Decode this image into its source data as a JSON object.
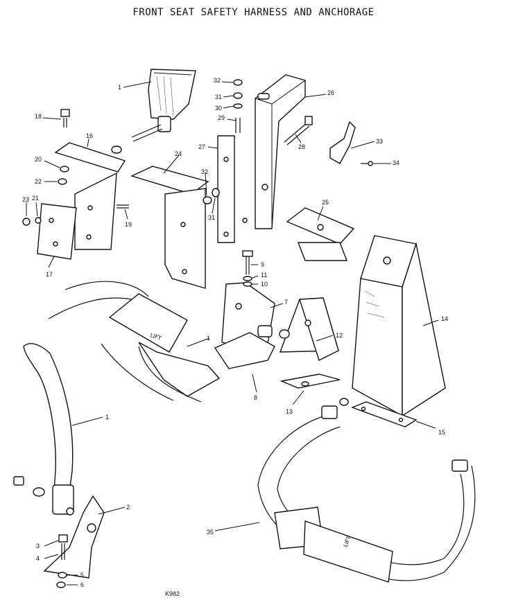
{
  "title": "FRONT SEAT SAFETY HARNESS AND ANCHORAGE",
  "drawing_code": "K982",
  "strap_label": "LIFT",
  "callouts": {
    "c1a": "1",
    "c1b": "1",
    "c1c": "1",
    "c2": "2",
    "c3": "3",
    "c4": "4",
    "c5": "5",
    "c6": "6",
    "c7": "7",
    "c8": "8",
    "c9": "9",
    "c10": "10",
    "c11": "11",
    "c12": "12",
    "c13": "13",
    "c14": "14",
    "c15": "15",
    "c16": "16",
    "c17": "17",
    "c18": "18",
    "c19": "19",
    "c20": "20",
    "c21": "21",
    "c22": "22",
    "c23": "23",
    "c24": "24",
    "c25": "25",
    "c26": "26",
    "c27": "27",
    "c28": "28",
    "c29": "29",
    "c30": "30",
    "c31a": "31",
    "c31b": "31",
    "c32a": "32",
    "c32b": "32",
    "c33": "33",
    "c34": "34",
    "c35": "35"
  }
}
